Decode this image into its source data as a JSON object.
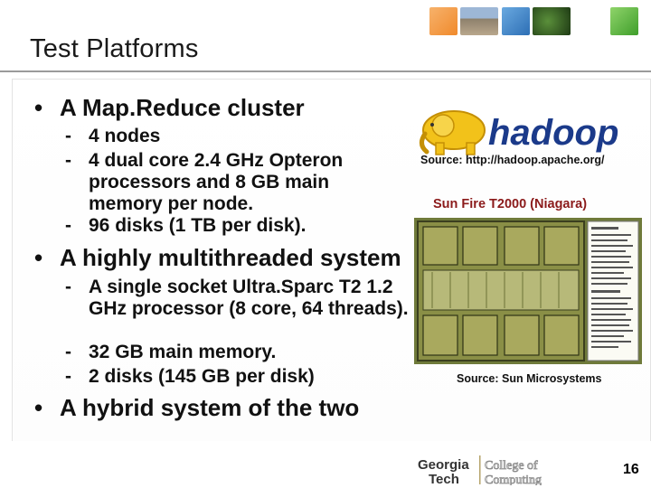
{
  "slide": {
    "title": "Test Platforms",
    "page_number": "16"
  },
  "bullets": [
    {
      "text": "A Map.Reduce cluster",
      "sub": [
        "4 nodes",
        "4 dual core 2.4 GHz Opteron processors and 8 GB main memory per node.",
        "96 disks (1 TB per disk)."
      ]
    },
    {
      "text": "A highly multithreaded system",
      "sub": [
        "A single socket Ultra.Sparc T2 1.2 GHz processor (8 core, 64 threads).",
        "32 GB main memory.",
        "2 disks (145 GB per disk)"
      ]
    },
    {
      "text": "A hybrid system of the two",
      "sub": []
    }
  ],
  "right_panel": {
    "hadoop_logo_text": "hadoop",
    "hadoop_source": "Source: http://hadoop.apache.org/",
    "sun_caption": "Sun Fire T2000 (Niagara)",
    "sun_source": "Source: Sun Microsystems"
  },
  "footer": {
    "logo_line1": "Georgia",
    "logo_line2": "Tech",
    "logo_line3": "College of",
    "logo_line4": "Computing"
  },
  "colors": {
    "title": "#1a1a1a",
    "sun_caption": "#8b1a1a",
    "hadoop_blue": "#1b3a8a",
    "elephant_yellow": "#f2c21a",
    "gt_gold": "#b5a36a"
  }
}
